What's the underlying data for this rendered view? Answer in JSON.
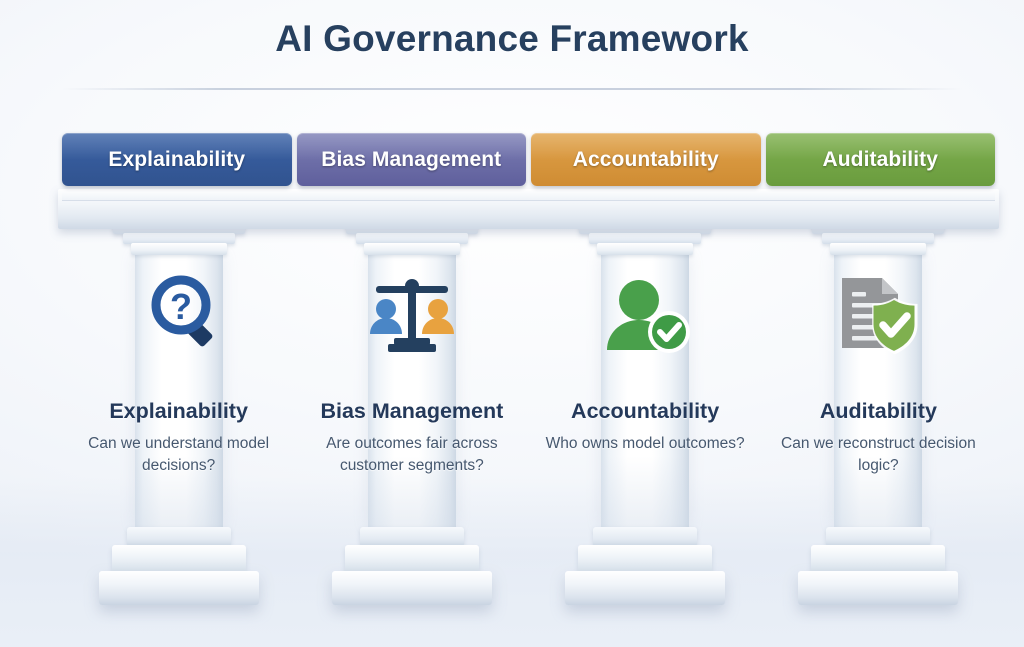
{
  "header": {
    "title": "AI Governance Framework"
  },
  "colors": {
    "title_text": "#27405f",
    "pillar_name_text": "#24395a",
    "pillar_desc_text": "#46586f",
    "background": "#f4f7fb"
  },
  "bars": [
    {
      "label": "Explainability",
      "color": "#3a62a6",
      "color_end": "#31538f"
    },
    {
      "label": "Bias Management",
      "color": "#7c7fb5",
      "color_end": "#5f5f9c"
    },
    {
      "label": "Accountability",
      "color": "#e0a24a",
      "color_end": "#cf8c33"
    },
    {
      "label": "Auditability",
      "color": "#7fb04f",
      "color_end": "#6a9c3e"
    }
  ],
  "pillars": [
    {
      "name": "Explainability",
      "description": "Can we understand model decisions?",
      "icon": "magnifier-question-icon",
      "icon_color": "#2a5ba0"
    },
    {
      "name": "Bias Management",
      "description": "Are outcomes fair across customer segments?",
      "icon": "balance-scale-people-icon",
      "icon_color": "#24405f"
    },
    {
      "name": "Accountability",
      "description": "Who owns model outcomes?",
      "icon": "person-check-icon",
      "icon_color": "#49a04b"
    },
    {
      "name": "Auditability",
      "description": "Can we reconstruct decision logic?",
      "icon": "document-shield-check-icon",
      "icon_color": "#8aa83f"
    }
  ]
}
